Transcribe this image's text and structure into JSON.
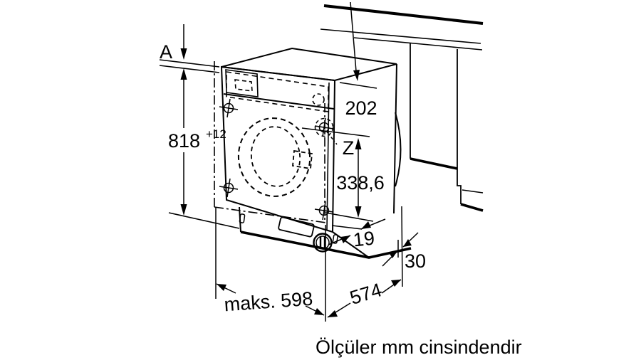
{
  "figure": {
    "type": "installation-drawing",
    "subject": "built-in washing machine niche dimensions",
    "background_color": "#ffffff",
    "line_color": "#000000",
    "caption": "Ölçüler mm cinsindendir",
    "labels": {
      "worktop_gap": "A",
      "hinge_point": "Z"
    },
    "dimensions": {
      "appliance_height": {
        "value": "818",
        "tolerance": "+12"
      },
      "top_to_hinge": "202",
      "hinge_span": "338,6",
      "front_gap": "19",
      "door_clearance": "30",
      "depth": "574",
      "max_door_width": "maks. 598"
    }
  }
}
